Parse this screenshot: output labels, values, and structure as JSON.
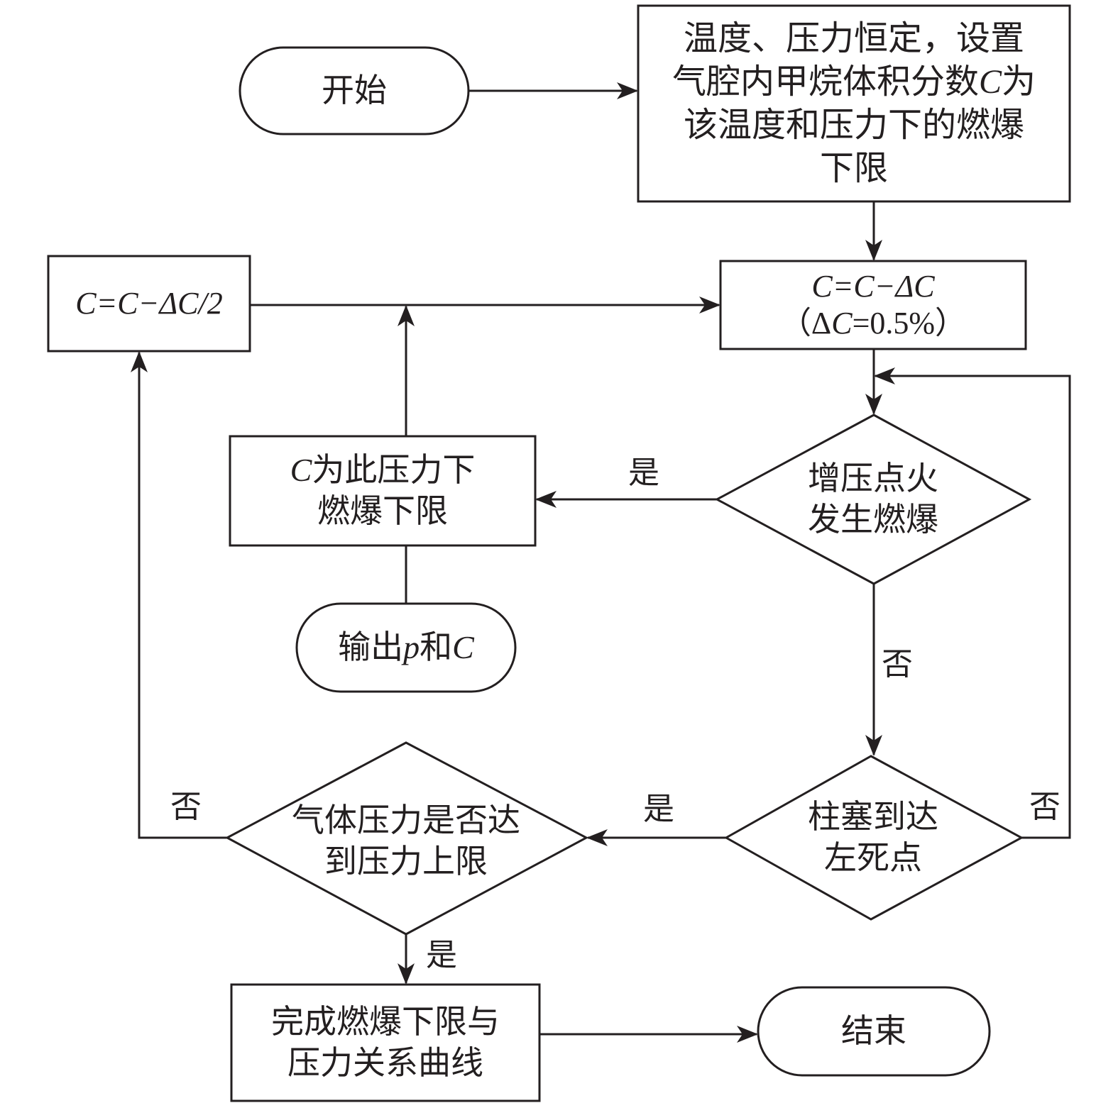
{
  "diagram": {
    "type": "flowchart",
    "colors": {
      "stroke": "#231f20",
      "fill": "#ffffff",
      "text": "#231f20"
    },
    "nodes": {
      "start": {
        "shape": "terminal",
        "lines": [
          "开始"
        ]
      },
      "init": {
        "shape": "process",
        "lines": [
          "温度、压力恒定，设置",
          "气腔内甲烷体积分数C为",
          "该温度和压力下的燃爆",
          "下限"
        ]
      },
      "decrement": {
        "shape": "process",
        "lines": [
          "C=C−ΔC",
          "（ΔC=0.5%）"
        ]
      },
      "half_step": {
        "shape": "process",
        "lines": [
          "C=C−ΔC/2"
        ]
      },
      "ignite_check": {
        "shape": "decision",
        "lines": [
          "增压点火",
          "发生燃爆"
        ]
      },
      "record_limit": {
        "shape": "process",
        "lines": [
          "C为此压力下",
          "燃爆下限"
        ]
      },
      "output": {
        "shape": "terminal",
        "lines": [
          "输出p和C"
        ]
      },
      "piston_check": {
        "shape": "decision",
        "lines": [
          "柱塞到达",
          "左死点"
        ]
      },
      "pressure_check": {
        "shape": "decision",
        "lines": [
          "气体压力是否达",
          "到压力上限"
        ]
      },
      "finish_curve": {
        "shape": "process",
        "lines": [
          "完成燃爆下限与",
          "压力关系曲线"
        ]
      },
      "end": {
        "shape": "terminal",
        "lines": [
          "结束"
        ]
      }
    },
    "edges": [
      {
        "from": "start",
        "to": "init",
        "label": ""
      },
      {
        "from": "init",
        "to": "decrement",
        "label": ""
      },
      {
        "from": "decrement",
        "to": "ignite_check",
        "label": ""
      },
      {
        "from": "ignite_check",
        "to": "record_limit",
        "label": "是"
      },
      {
        "from": "ignite_check",
        "to": "piston_check",
        "label": "否"
      },
      {
        "from": "record_limit",
        "to": "output",
        "label": ""
      },
      {
        "from": "record_limit",
        "to": "decrement",
        "label": ""
      },
      {
        "from": "piston_check",
        "to": "pressure_check",
        "label": "是"
      },
      {
        "from": "piston_check",
        "to": "ignite_check",
        "label": "否"
      },
      {
        "from": "pressure_check",
        "to": "half_step",
        "label": "否"
      },
      {
        "from": "pressure_check",
        "to": "finish_curve",
        "label": "是"
      },
      {
        "from": "half_step",
        "to": "decrement",
        "label": ""
      },
      {
        "from": "finish_curve",
        "to": "end",
        "label": ""
      }
    ],
    "edge_labels": {
      "ignite_yes": "是",
      "ignite_no": "否",
      "piston_yes": "是",
      "piston_no": "否",
      "pressure_no": "否",
      "pressure_yes": "是"
    }
  }
}
